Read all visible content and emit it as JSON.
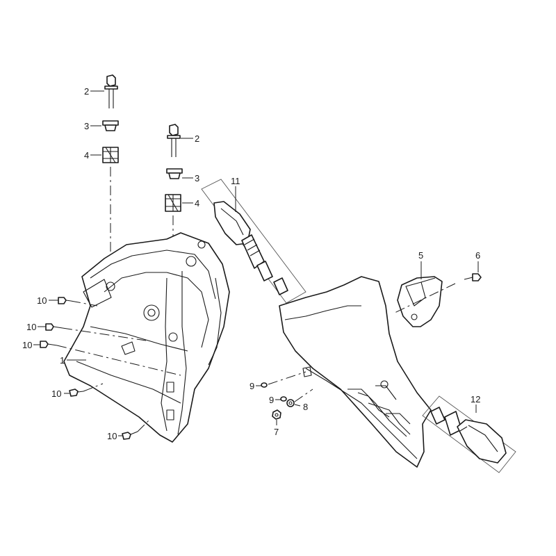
{
  "callouts": [
    {
      "id": "c2a",
      "text": "2"
    },
    {
      "id": "c3a",
      "text": "3"
    },
    {
      "id": "c4a",
      "text": "4"
    },
    {
      "id": "c2b",
      "text": "2"
    },
    {
      "id": "c3b",
      "text": "3"
    },
    {
      "id": "c4b",
      "text": "4"
    },
    {
      "id": "c11",
      "text": "11"
    },
    {
      "id": "c5",
      "text": "5"
    },
    {
      "id": "c6",
      "text": "6"
    },
    {
      "id": "c10a",
      "text": "10"
    },
    {
      "id": "c10b",
      "text": "10"
    },
    {
      "id": "c10c",
      "text": "10"
    },
    {
      "id": "c1",
      "text": "1"
    },
    {
      "id": "c10d",
      "text": "10"
    },
    {
      "id": "c10e",
      "text": "10"
    },
    {
      "id": "c9a",
      "text": "9"
    },
    {
      "id": "c9b",
      "text": "9"
    },
    {
      "id": "c8",
      "text": "8"
    },
    {
      "id": "c7",
      "text": "7"
    },
    {
      "id": "c12",
      "text": "12"
    }
  ]
}
